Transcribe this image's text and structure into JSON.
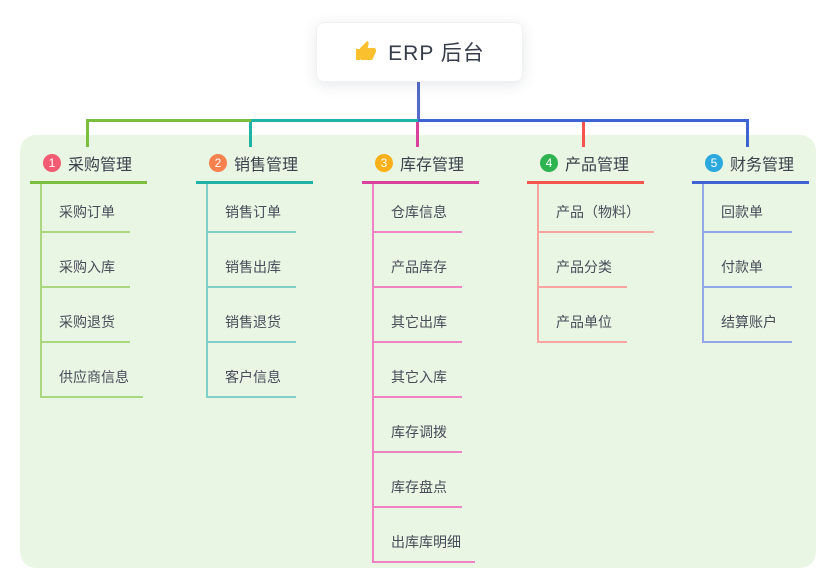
{
  "root": {
    "label": "ERP 后台",
    "icon": "thumbs-up-icon"
  },
  "colors": {
    "page_background": "#ffffff",
    "panel_background": "#eaf6e4",
    "root_line": "#5569c8",
    "title_text": "#3a404c",
    "child_text": "#464d59",
    "thumb_icon": "#fbc02d"
  },
  "branches": [
    {
      "num": "1",
      "title": "采购管理",
      "badge_color": "#f25b72",
      "line_color": "#7cbf3f",
      "light_color": "#abd77f",
      "children": [
        "采购订单",
        "采购入库",
        "采购退货",
        "供应商信息"
      ]
    },
    {
      "num": "2",
      "title": "销售管理",
      "badge_color": "#f8824f",
      "line_color": "#1fb3a6",
      "light_color": "#7fd0c8",
      "children": [
        "销售订单",
        "销售出库",
        "销售退货",
        "客户信息"
      ]
    },
    {
      "num": "3",
      "title": "库存管理",
      "badge_color": "#fbaf19",
      "line_color": "#d8419c",
      "light_color": "#ef82c2",
      "children": [
        "仓库信息",
        "产品库存",
        "其它出库",
        "其它入库",
        "库存调拨",
        "库存盘点",
        "出库库明细"
      ]
    },
    {
      "num": "4",
      "title": "产品管理",
      "badge_color": "#2eb351",
      "line_color": "#f4544d",
      "light_color": "#f9a49e",
      "children": [
        "产品（物料）",
        "产品分类",
        "产品单位"
      ]
    },
    {
      "num": "5",
      "title": "财务管理",
      "badge_color": "#2ba8de",
      "line_color": "#3f63d2",
      "light_color": "#92a7e6",
      "children": [
        "回款单",
        "付款单",
        "结算账户"
      ]
    }
  ]
}
